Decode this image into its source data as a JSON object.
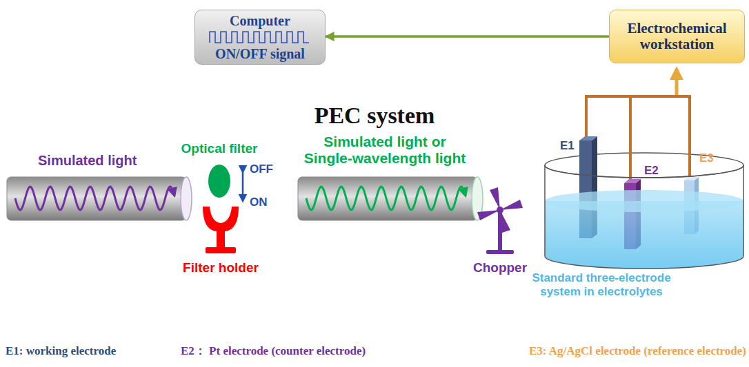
{
  "diagram": {
    "title": "PEC system",
    "nodes": [
      {
        "text": [
          "Computer",
          "ON/OFF signal"
        ]
      },
      {
        "text": [
          "Electrochemical workstation"
        ]
      }
    ],
    "edges": [
      {
        "from": 1,
        "to": 0,
        "arrow": "to"
      }
    ],
    "labels": [
      "Simulated light",
      "Optical filter",
      "OFF",
      "ON",
      "Filter holder",
      "Simulated light or Single-wavelength light",
      "Chopper",
      "E1",
      "E2",
      "E3",
      "Standard three-electrode system in electrolytes",
      "E1: working electrode",
      "E2： Pt electrode (counter electrode)",
      "E3: Ag/AgCl electrode (reference electrode)"
    ]
  }
}
